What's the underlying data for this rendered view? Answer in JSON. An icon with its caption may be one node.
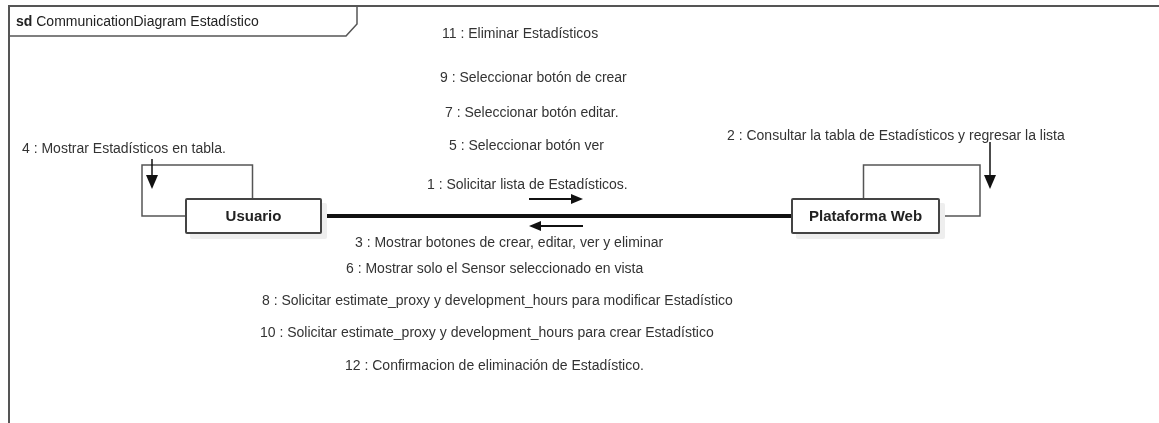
{
  "diagram": {
    "nodes": [
      {
        "text": [
          "**sd** CommunicationDiagram Estadístico"
        ]
      },
      {
        "text": [
          "Usuario"
        ],
        "in": 0
      },
      {
        "text": [
          "Plataforma Web"
        ],
        "in": 0
      }
    ],
    "edges": [
      {
        "from": 1,
        "to": 2,
        "arrow": "none",
        "style": "thick"
      },
      {
        "from": 1,
        "to": 1,
        "arrow": "none"
      },
      {
        "from": 2,
        "to": 2,
        "arrow": "none"
      }
    ],
    "labels": [
      "11 : Eliminar Estadísticos",
      "9 : Seleccionar botón de crear",
      "7 : Seleccionar botón editar.",
      "2 : Consultar la tabla de Estadísticos y regresar la lista",
      "4 : Mostrar Estadísticos en tabla.",
      "5 : Seleccionar botón ver",
      "1 : Solicitar lista de Estadísticos.",
      "3 : Mostrar botones de crear, editar, ver y eliminar",
      "6 : Mostrar solo el Sensor seleccionado en vista",
      "8 : Solicitar estimate_proxy y development_hours para modificar Estadístico",
      "10 : Solicitar estimate_proxy y development_hours para crear Estadístico",
      "12 : Confirmacion de eliminación de Estadístico."
    ]
  }
}
